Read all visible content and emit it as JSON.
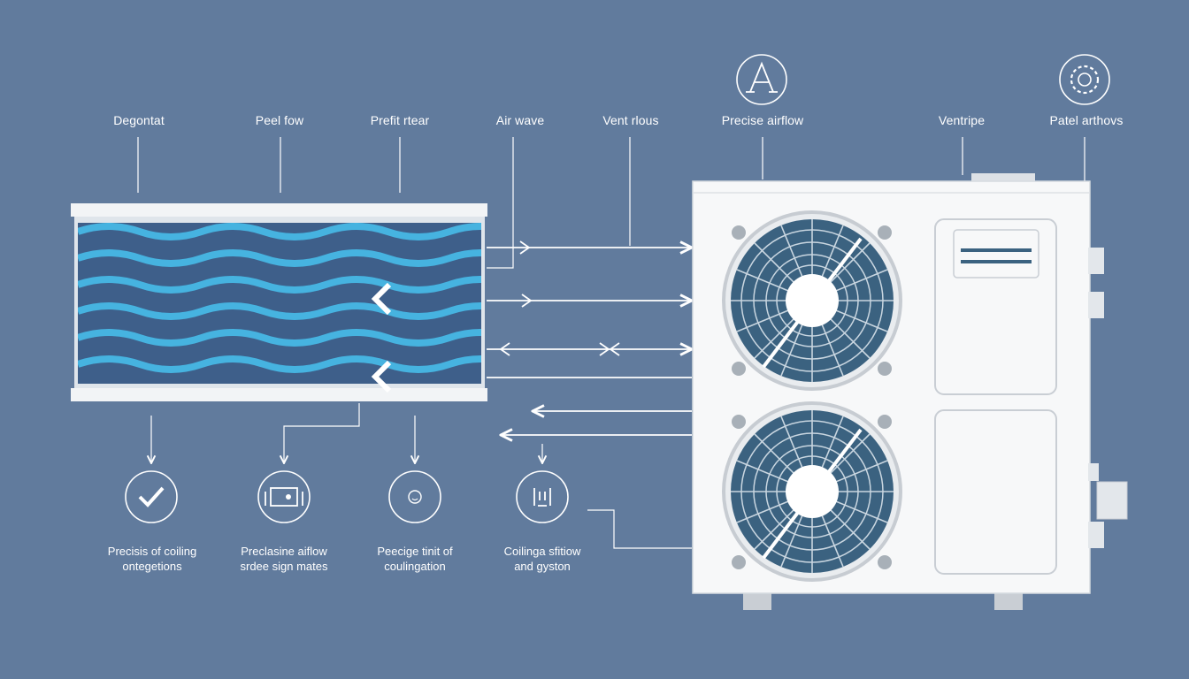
{
  "colors": {
    "background": "#617b9d",
    "panel_fill": "#3e5f8a",
    "wave": "#46b3e0",
    "unit_body": "#f7f8f9",
    "fan_blades": "#3b6280",
    "line": "#ffffff"
  },
  "top_labels": [
    {
      "text": "Degontat"
    },
    {
      "text": "Peel fow"
    },
    {
      "text": "Prefit rtear"
    },
    {
      "text": "Air wave"
    },
    {
      "text": "Vent rlous"
    },
    {
      "text": "Precise airflow",
      "icon": "letter-a-icon"
    },
    {
      "text": "Ventripe"
    },
    {
      "text": "Patel arthovs",
      "icon": "gear-circle-icon"
    }
  ],
  "bottom_features": [
    {
      "icon": "checkmark-icon",
      "line1": "Precisis of coiling",
      "line2": "ontegetions"
    },
    {
      "icon": "panel-icon",
      "line1": "Preclasine aiflow",
      "line2": "srdee sign mates"
    },
    {
      "icon": "smile-icon",
      "line1": "Peecige tinit of",
      "line2": "coulingation"
    },
    {
      "icon": "plug-icon",
      "line1": "Coilinga sfitiow",
      "line2": "and gyston"
    }
  ],
  "units": {
    "fans": [
      "top-fan",
      "bottom-fan"
    ],
    "panels": [
      "upper-service-panel",
      "lower-service-panel"
    ]
  }
}
